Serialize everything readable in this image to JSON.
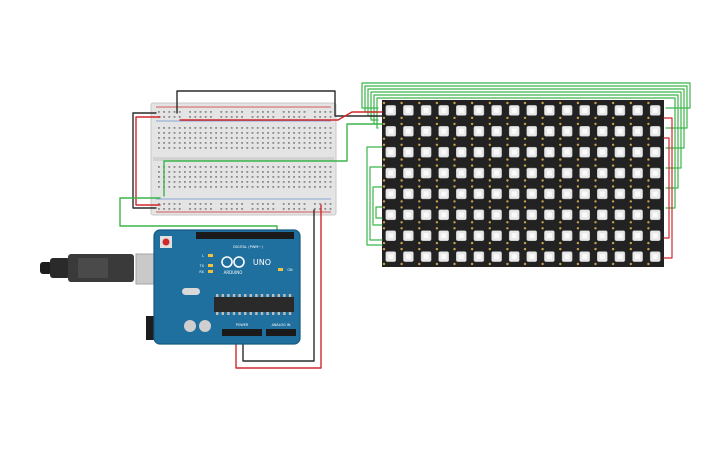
{
  "circuit": {
    "arduino": {
      "model_label": "UNO",
      "brand_label": "ARDUINO",
      "digital_header_label": "DIGITAL (PWM~)",
      "power_header_label": "POWER",
      "analog_header_label": "ANALOG IN",
      "tx_label": "TX",
      "rx_label": "RX",
      "l_label": "L",
      "on_label": "ON",
      "board_color": "#1f6f9f",
      "board_edge_color": "#155a82",
      "chip_color": "#2a2a2a"
    },
    "led_matrix": {
      "rows": 8,
      "cols": 16,
      "panel_color": "#222222",
      "led_color": "#e8e8e8"
    },
    "breadboard": {
      "body_color": "#e4e4e4",
      "hole_color": "#8a8a8a"
    },
    "wire_colors": {
      "power": "#d0282c",
      "ground": "#2b2b2b",
      "signal": "#3bb54a"
    }
  }
}
